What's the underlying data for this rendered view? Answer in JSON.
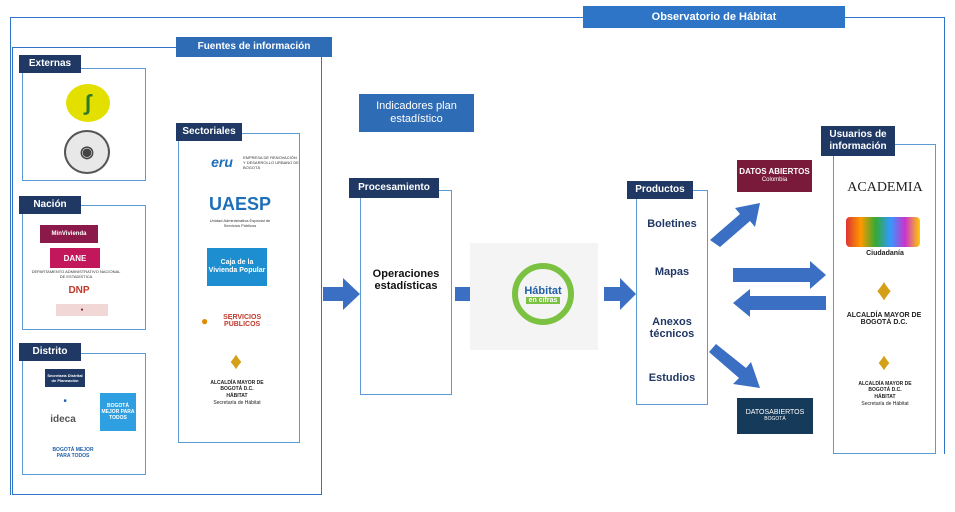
{
  "observatorio": "Observatorio de Hábitat",
  "fuentes": "Fuentes de información",
  "externas": "Externas",
  "nacion": "Nación",
  "distrito": "Distrito",
  "sectoriales": "Sectoriales",
  "indicadores": "Indicadores plan estadístico",
  "procesamiento": "Procesamiento",
  "operaciones": "Operaciones estadísticas",
  "productos": {
    "title": "Productos",
    "items": [
      "Boletines",
      "Mapas",
      "Anexos técnicos",
      "Estudios"
    ]
  },
  "usuarios": {
    "title": "Usuarios de información",
    "academia": "ACADEMIA",
    "ciudadania": "Ciudadanía",
    "alcaldia": "ALCALDÍA MAYOR DE BOGOTÁ D.C.",
    "alcaldia2": "ALCALDÍA MAYOR DE BOGOTÁ D.C.",
    "habitat_label": "HÁBITAT",
    "secretaria": "Secretaría de Hábitat"
  },
  "logos": {
    "minvivienda": "MinVivienda",
    "dane": "DANE",
    "dane_sub": "DEPARTAMENTO ADMINISTRATIVO NACIONAL DE ESTADÍSTICA",
    "dnp": "DNP",
    "eru": "eru",
    "eru_sub": "EMPRESA DE RENOVACIÓN Y DESARROLLO URBANO DE BOGOTÁ",
    "uaesp": "UAESP",
    "uaesp_sub": "Unidad Administrativa Especial de Servicios Públicos",
    "cvp": "Caja de la Vivienda Popular",
    "servicios": "SERVICIOS PÚBLICOS",
    "alcaldia_sec": "ALCALDÍA MAYOR DE BOGOTÁ D.C.",
    "habitat_sec": "HÁBITAT",
    "secretaria_sec": "Secretaría de Hábitat",
    "habitat_cifras": "Hábitat",
    "en_cifras": "en cifras",
    "datos_abiertos_col": "DATOS ABIERTOS",
    "colombia": "Colombia",
    "datos_abiertos_bog": "DATOSABIERTOS",
    "bogota": "BOGOTÁ",
    "ideca": "ideca",
    "bogota_mejor": "BOGOTÁ MEJOR PARA TODOS",
    "sdp": "Secretaría Distrital de Planeación"
  }
}
